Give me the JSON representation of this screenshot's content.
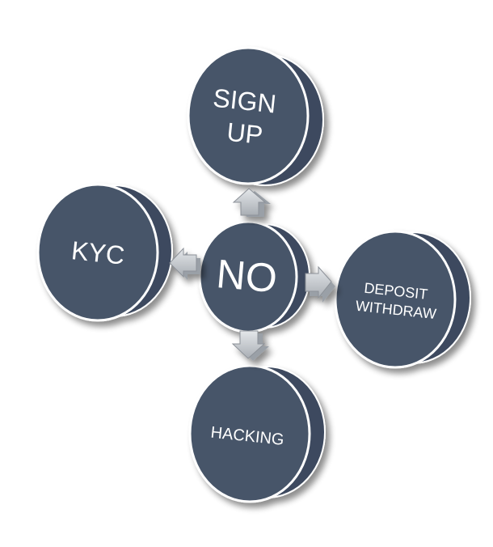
{
  "diagram": {
    "center": {
      "label": "NO"
    },
    "nodes": [
      {
        "id": "signup",
        "lines": [
          "SIGN",
          "UP"
        ]
      },
      {
        "id": "kyc",
        "lines": [
          "KYC"
        ]
      },
      {
        "id": "deposit",
        "lines": [
          "DEPOSIT",
          "WITHDRAW"
        ]
      },
      {
        "id": "hacking",
        "lines": [
          "HACKING"
        ]
      }
    ],
    "colors": {
      "disc_fill": "#475569",
      "disc_side": "#3c4a5e",
      "disc_outline": "#ffffff",
      "arrow_fill": "#c9cdd2"
    }
  }
}
